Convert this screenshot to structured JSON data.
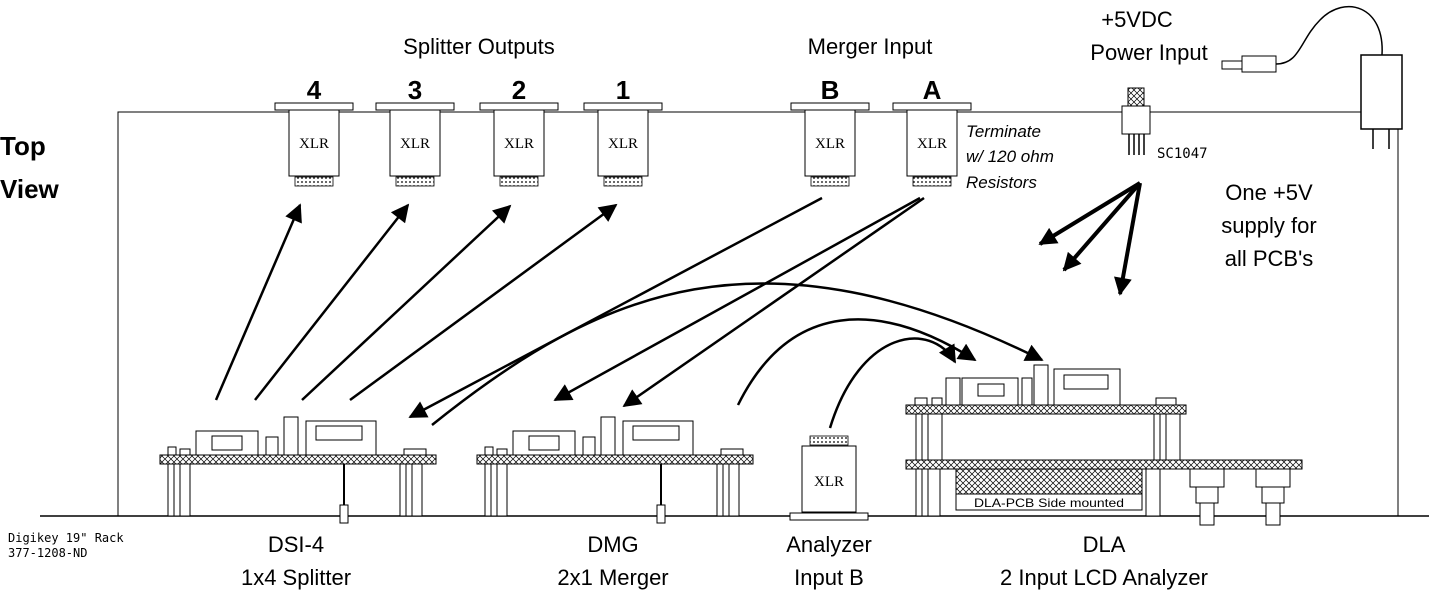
{
  "title": {
    "line1": "Top",
    "line2": "View"
  },
  "splitter_outputs": {
    "heading": "Splitter Outputs",
    "ports": [
      {
        "number": "4",
        "connector": "XLR"
      },
      {
        "number": "3",
        "connector": "XLR"
      },
      {
        "number": "2",
        "connector": "XLR"
      },
      {
        "number": "1",
        "connector": "XLR"
      }
    ]
  },
  "merger_input": {
    "heading": "Merger Input",
    "ports": [
      {
        "letter": "B",
        "connector": "XLR"
      },
      {
        "letter": "A",
        "connector": "XLR"
      }
    ],
    "note": {
      "line1": "Terminate",
      "line2": "w/ 120 ohm",
      "line3": "Resistors"
    }
  },
  "power": {
    "label_line1": "+5VDC",
    "label_line2": "Power Input",
    "jack_part": "SC1047",
    "note": {
      "line1": "One +5V",
      "line2": "supply for",
      "line3": "all PCB's"
    }
  },
  "rack": {
    "line1": "Digikey 19\" Rack",
    "line2": "377-1208-ND"
  },
  "modules": [
    {
      "name": "DSI-4",
      "desc": "1x4 Splitter"
    },
    {
      "name": "DMG",
      "desc": "2x1 Merger"
    },
    {
      "name": "Analyzer",
      "desc": "Input B",
      "connector": "XLR"
    },
    {
      "name": "DLA",
      "desc": "2 Input LCD Analyzer"
    }
  ],
  "dla_pcb_label": "DLA-PCB Side mounted"
}
